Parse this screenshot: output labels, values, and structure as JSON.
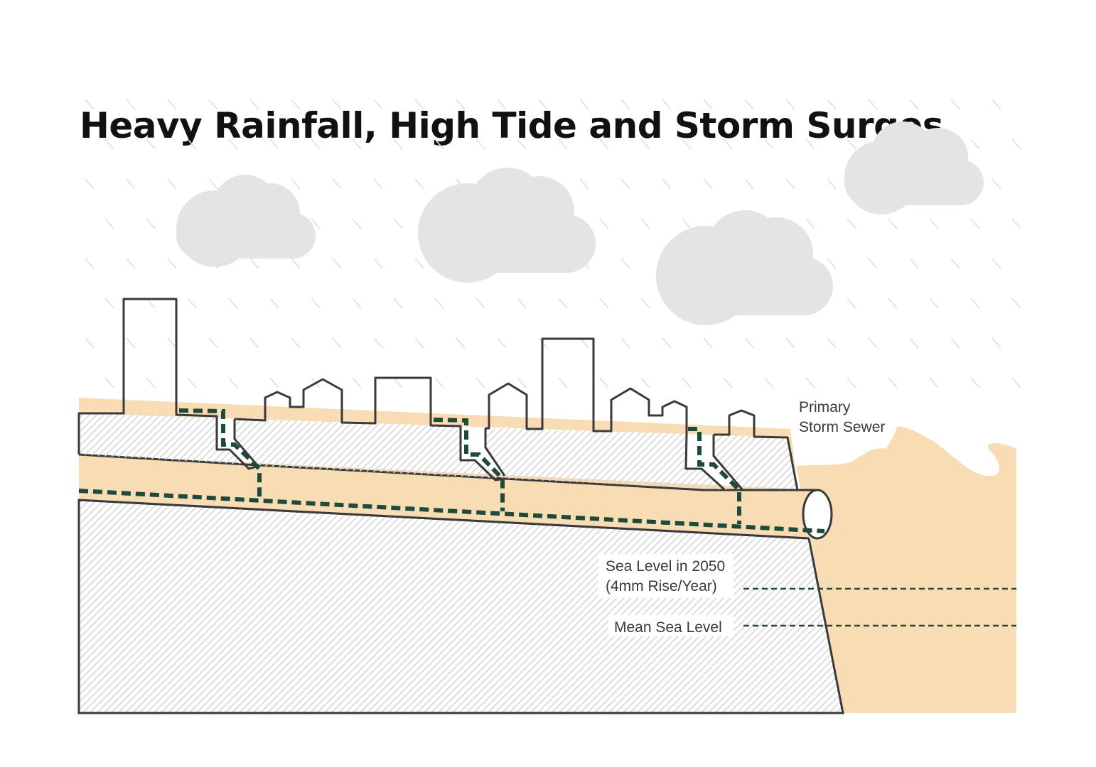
{
  "title": "Heavy Rainfall, High Tide and Storm Surges",
  "labels": {
    "sewer_line1": "Primary",
    "sewer_line2": "Storm Sewer",
    "sea2050_line1": "Sea Level in 2050",
    "sea2050_line2": "(4mm Rise/Year)",
    "mean_sea_level": "Mean Sea Level"
  },
  "colors": {
    "sand": "#f8dcb4",
    "outline": "#3a3a3a",
    "drain": "#1d4a3a",
    "cloud": "#e4e4e4",
    "rain": "#dedede",
    "hatch": "#d6d6d6"
  }
}
